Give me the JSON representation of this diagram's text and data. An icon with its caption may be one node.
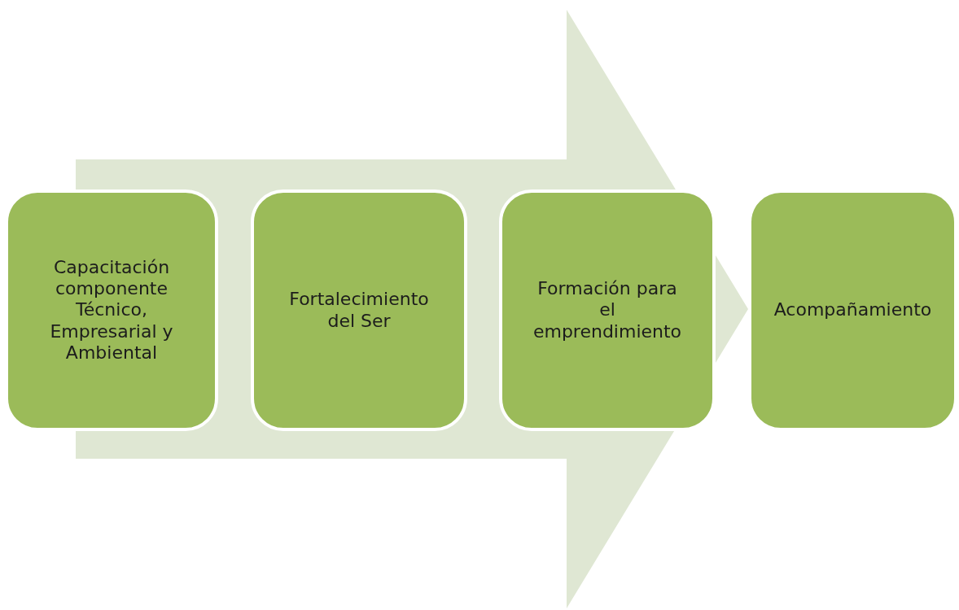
{
  "diagram": {
    "nodes": [
      {
        "text": [
          "Capacitación componente Técnico, Empresarial y Ambiental"
        ]
      },
      {
        "text": [
          "Fortalecimiento del Ser"
        ]
      },
      {
        "text": [
          "Formación para el emprendimiento"
        ]
      },
      {
        "text": [
          "Acompañamiento"
        ]
      }
    ],
    "edges": [
      {
        "from": 0,
        "to": 3,
        "arrow": "to",
        "style": "thick"
      }
    ]
  }
}
